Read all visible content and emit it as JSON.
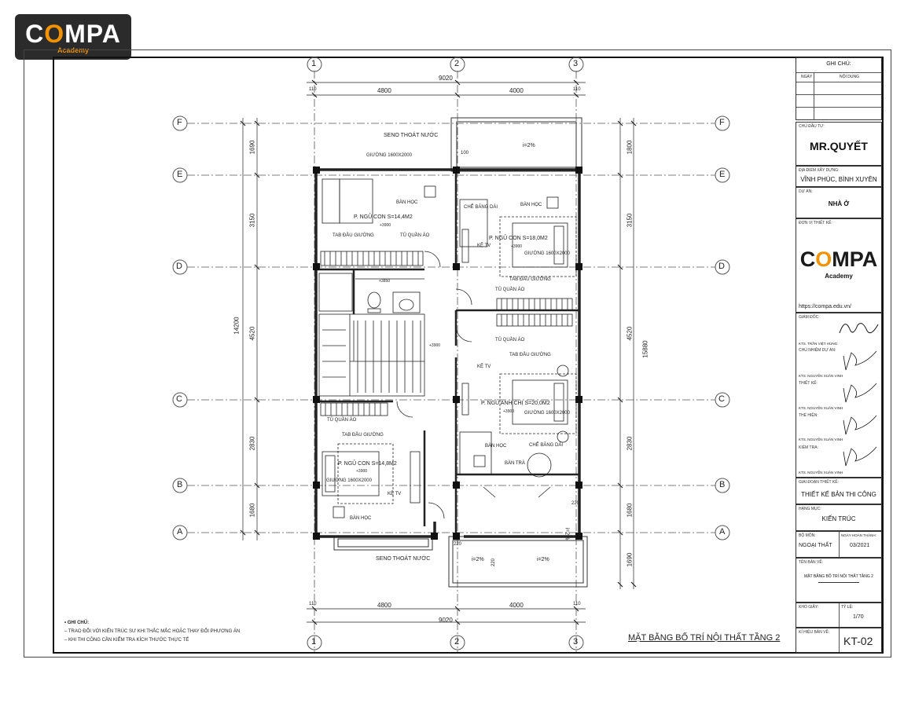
{
  "logo": {
    "brand_pre": "C",
    "brand_o": "O",
    "brand_post": "MPA",
    "sub": "Academy"
  },
  "grid": {
    "cols": [
      "1",
      "2",
      "3"
    ],
    "rows": [
      "F",
      "E",
      "D",
      "C",
      "B",
      "A"
    ]
  },
  "dims": {
    "top_total": "9020",
    "top_left": "4800",
    "top_right": "4000",
    "small_left": "110",
    "small_right": "110",
    "bottom_total": "9020",
    "bottom_left": "4800",
    "bottom_right": "4000",
    "left_total": "14200",
    "left_rows": [
      "1690",
      "3150",
      "4520",
      "2830",
      "1680"
    ],
    "right_total": "15880",
    "right_rows": [
      "1800",
      "3150",
      "4520",
      "2830",
      "1680",
      "1690"
    ],
    "misc_100": "100",
    "misc_220a": "220",
    "misc_220b": "220",
    "misc_220c": "220"
  },
  "labels": {
    "seno_top": "SENO THOÁT NƯỚC",
    "seno_bottom": "SENO THOÁT NƯỚC",
    "slope_top": "i=2%",
    "slope_b1": "i=2%",
    "slope_b2": "i=2%",
    "slope_side": "i=2%",
    "bed1": "GIƯỜNG 1600X2000",
    "ban_hoc1": "BÀN HỌC",
    "room1": "P. NGỦ CON S=14,4M2",
    "lvl1": "+3900",
    "tab1": "TAB ĐẦU GIƯỜNG",
    "tu1": "TỦ QUẦN ÁO",
    "che1": "CHỂ BĂNG DÀI",
    "ban_hoc2": "BÀN HỌC",
    "room2": "P. NGỦ CON S=18,0M2",
    "lvl2": "+3900",
    "ke_tv2": "KỆ TV",
    "bed2": "GIƯỜNG 1600X2000",
    "tab2": "TAB ĐẦU GIƯỜNG",
    "lvl_wc": "+3850",
    "tu2": "TỦ QUẦN ÁO",
    "tu3": "TỦ QUẦN ÁO",
    "lvl_stair": "+3900",
    "tab3": "TAB ĐẦU GIƯỜNG",
    "ke_tv3": "KỆ TV",
    "room3": "P. NGỦ ANH CHỊ S=20,0M2",
    "lvl3": "+3900",
    "bed3": "GIƯỜNG 1600X2000",
    "tu4": "TỦ QUẦN ÁO",
    "tab4": "TAB ĐẦU GIƯỜNG",
    "room4": "P. NGỦ CON S=14,8M2",
    "lvl4": "+3900",
    "bed4": "GIƯỜNG 1600X2000",
    "ke_tv4": "KỆ TV",
    "ban_hoc4": "BÀN HỌC",
    "ban_hoc3": "BÀN HỌC",
    "che3": "CHỂ BĂNG DÀI",
    "ban_tra": "BÀN TRÀ"
  },
  "notes": {
    "title": "• GHI CHÚ:",
    "line1": "– TRAO ĐỔI VỚI KIẾN TRÚC SƯ KHI THẮC MẮC HOẶC THAY ĐỔI PHƯƠNG ÁN",
    "line2": "– KHI THI CÔNG CẦN KIỂM TRA KÍCH THƯỚC THỰC TẾ"
  },
  "drawing_title": "MẶT BẰNG BỐ TRÍ NỘI THẤT TẦNG 2",
  "title_block": {
    "ghi_chu": "GHI CHÚ:",
    "ngay": "NGÀY",
    "noi_dung": "NỘI DUNG",
    "chu_dau_tu_k": "CHỦ ĐẦU TƯ:",
    "chu_dau_tu_v": "MR.QUYẾT",
    "dia_diem_k": "ĐỊA ĐIỂM XÂY DỰNG:",
    "dia_diem_v": "VĨNH PHÚC, BÌNH XUYÊN",
    "du_an_k": "DỰ ÁN:",
    "du_an_v": "NHÀ Ở",
    "don_vi_k": "ĐƠN VỊ THIẾT KẾ:",
    "url": "https://compa.edu.vn/",
    "giam_doc_k": "GIÁM ĐỐC:",
    "giam_doc_name": "KTS. TRẦN VIỆT HÙNG",
    "chu_nhiem_k": "CHỦ NHIỆM DỰ ÁN:",
    "chu_nhiem_name": "KTS. NGUYỄN XUÂN VINH",
    "thiet_ke_k": "THIẾT KẾ:",
    "thiet_ke_name": "KTS. NGUYỄN XUÂN VINH",
    "the_hien_k": "THỂ HIỆN:",
    "the_hien_name": "KTS. NGUYỄN XUÂN VINH",
    "kiem_tra_k": "KIỂM TRA:",
    "kiem_tra_name": "KTS. NGUYỄN XUÂN VINH",
    "giai_doan_k": "GIAI ĐOẠN THIẾT KẾ:",
    "giai_doan_v": "THIẾT KẾ BẢN THI CÔNG",
    "hang_muc_k": "HẠNG MỤC:",
    "hang_muc_v": "KIẾN TRÚC",
    "bo_mon_k": "BỘ MÔN:",
    "bo_mon_v": "NGOẠI THẤT",
    "ngay_hoan_k": "NGÀY HOÀN THÀNH:",
    "ngay_hoan_v": "03/2021",
    "ten_ban_ve_k": "TÊN BẢN VẼ:",
    "ten_ban_ve_v": "MẶT BẰNG BỐ TRÍ NỘI THẤT TẦNG 2",
    "kho_giay_k": "KHỔ GIẤY:",
    "ty_le_k": "TỶ LỆ:",
    "ty_le_v": "1/70",
    "ki_hieu_k": "KÍ HIỆU BẢN VẼ:",
    "ki_hieu_v": "KT-02"
  },
  "colors": {
    "accent": "#f39200",
    "logo_bg": "#2b2b2b"
  }
}
